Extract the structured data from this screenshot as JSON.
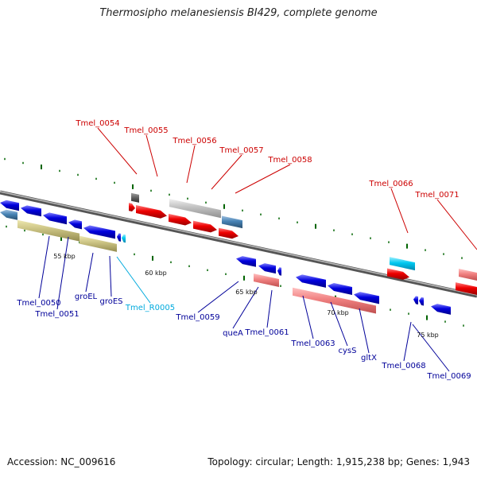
{
  "title": "Thermosipho melanesiensis BI429, complete genome",
  "footer": {
    "accession": "Accession: NC_009616",
    "topology": "Topology: circular; Length: 1,915,238 bp; Genes: 1,943"
  },
  "scale_labels": [
    "55 kbp",
    "60 kbp",
    "65 kbp",
    "70 kbp",
    "75 kbp"
  ],
  "gene_labels": {
    "top": [
      "Tmel_0054",
      "Tmel_0055",
      "Tmel_0056",
      "Tmel_0057",
      "Tmel_0058",
      "Tmel_0066",
      "Tmel_0071"
    ],
    "bottom": [
      "Tmel_0050",
      "Tmel_0051",
      "groEL",
      "groES",
      "Tmel_R0005",
      "Tmel_0059",
      "queA",
      "Tmel_0061",
      "Tmel_0063",
      "cysS",
      "gltX",
      "Tmel_0068",
      "Tmel_0069"
    ]
  },
  "colors": {
    "forward_gene": "#ee0000",
    "reverse_gene": "#0000dd",
    "pseudo_forward": "#f08080",
    "pseudo_reverse": "#c8c080",
    "rna": "#00bfff",
    "steel": "#4682b4",
    "grey_gene": "#c0c0c0",
    "tick": "#006400",
    "top_label": "#cc0000",
    "bottom_label": "#000099",
    "rna_label": "#00aadd"
  }
}
